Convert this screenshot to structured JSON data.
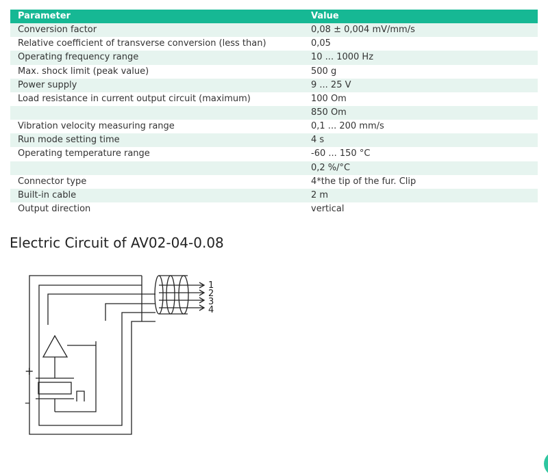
{
  "table": {
    "headers": [
      "Parameter",
      "Value"
    ],
    "rows": [
      [
        "Conversion factor",
        "0,08 ± 0,004 mV/mm/s"
      ],
      [
        "Relative coefficient of transverse conversion (less than)",
        "0,05"
      ],
      [
        "Operating frequency range",
        "10 ... 1000 Hz"
      ],
      [
        "Max. shock limit (peak value)",
        "500 g"
      ],
      [
        "Power supply",
        "9 ... 25 V"
      ],
      [
        "Load resistance in current output circuit (maximum)",
        "100 Om"
      ],
      [
        "",
        "850 Om"
      ],
      [
        "Vibration velocity measuring range",
        "0,1 ... 200 mm/s"
      ],
      [
        "Run mode setting time",
        "4 s"
      ],
      [
        "Operating temperature range",
        "-60 ... 150 °C"
      ],
      [
        "",
        "0,2 %/°C"
      ],
      [
        "Connector type",
        "4*the tip of the fur. Clip"
      ],
      [
        "Built-in cable",
        "2 m"
      ],
      [
        "Output direction",
        "vertical"
      ]
    ]
  },
  "section_title": "Electric Circuit of AV02-04-0.08",
  "circuit": {
    "output_labels": [
      "1",
      "2",
      "3",
      "4"
    ],
    "plus_sign": "+",
    "minus_sign": "–"
  },
  "colors": {
    "header_bg": "#16b894",
    "row_stripe": "#e6f4ef",
    "badge": "#2ec6a0"
  }
}
